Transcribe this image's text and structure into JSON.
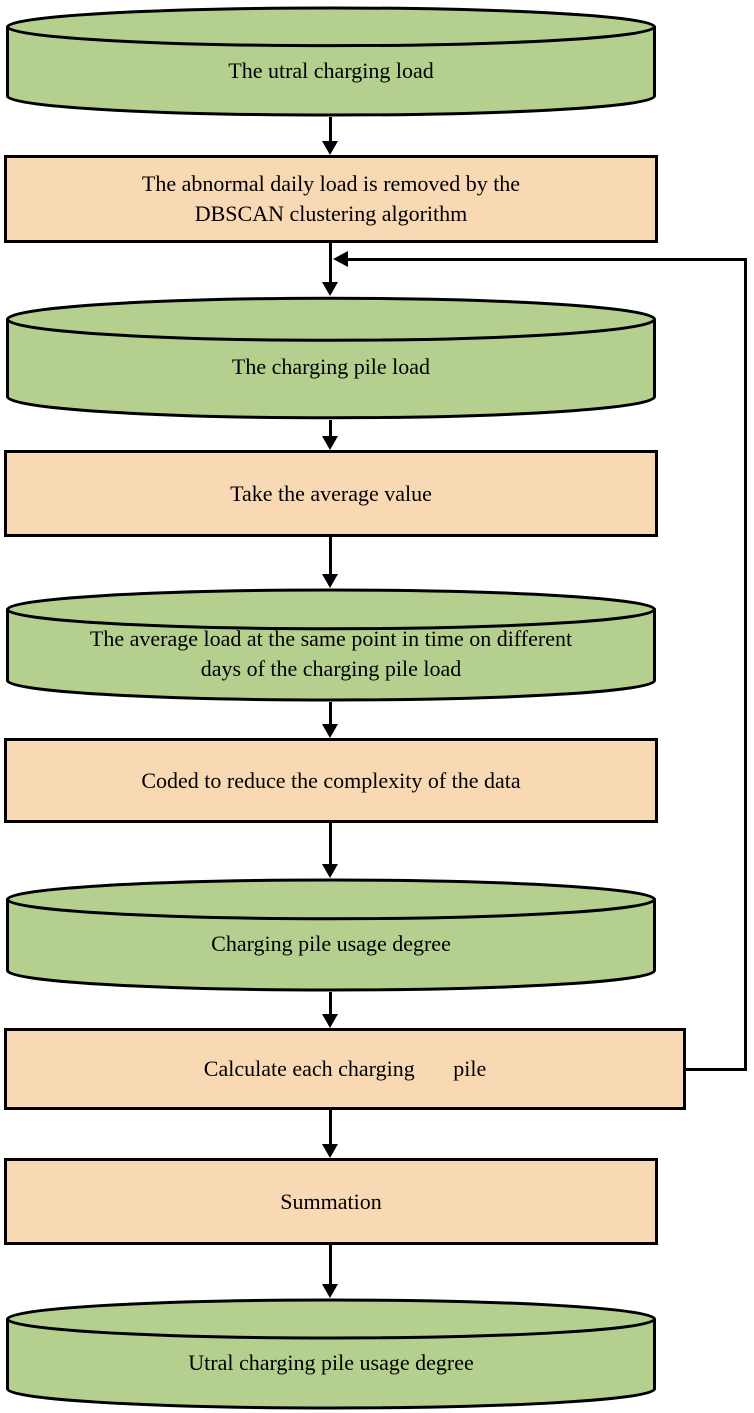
{
  "colors": {
    "datastore_fill": "#b5d08e",
    "process_fill": "#f9d8b4",
    "stroke": "#000000",
    "canvas": "#ffffff"
  },
  "nodes": [
    {
      "type": "datastore",
      "label": "The utral charging load"
    },
    {
      "type": "process",
      "label": "The abnormal daily load is removed by the DBSCAN clustering algorithm"
    },
    {
      "type": "datastore",
      "label": "The charging pile load"
    },
    {
      "type": "process",
      "label": "Take the average value"
    },
    {
      "type": "datastore",
      "label": "The average load at the same point in time on different days of the charging pile load"
    },
    {
      "type": "process",
      "label": "Coded to reduce the complexity of the data"
    },
    {
      "type": "datastore",
      "label": "Charging pile usage degree"
    },
    {
      "type": "process",
      "label": "Calculate each charging       pile"
    },
    {
      "type": "process",
      "label": "Summation"
    },
    {
      "type": "datastore",
      "label": "Utral charging pile usage degree"
    }
  ],
  "edges": [
    {
      "from": 0,
      "to": 1,
      "type": "flow"
    },
    {
      "from": 1,
      "to": 2,
      "type": "flow"
    },
    {
      "from": 2,
      "to": 3,
      "type": "flow"
    },
    {
      "from": 3,
      "to": 4,
      "type": "flow"
    },
    {
      "from": 4,
      "to": 5,
      "type": "flow"
    },
    {
      "from": 5,
      "to": 6,
      "type": "flow"
    },
    {
      "from": 6,
      "to": 7,
      "type": "flow"
    },
    {
      "from": 7,
      "to": 8,
      "type": "flow"
    },
    {
      "from": 8,
      "to": 9,
      "type": "flow"
    },
    {
      "from": 7,
      "to": 2,
      "type": "feedback"
    }
  ]
}
